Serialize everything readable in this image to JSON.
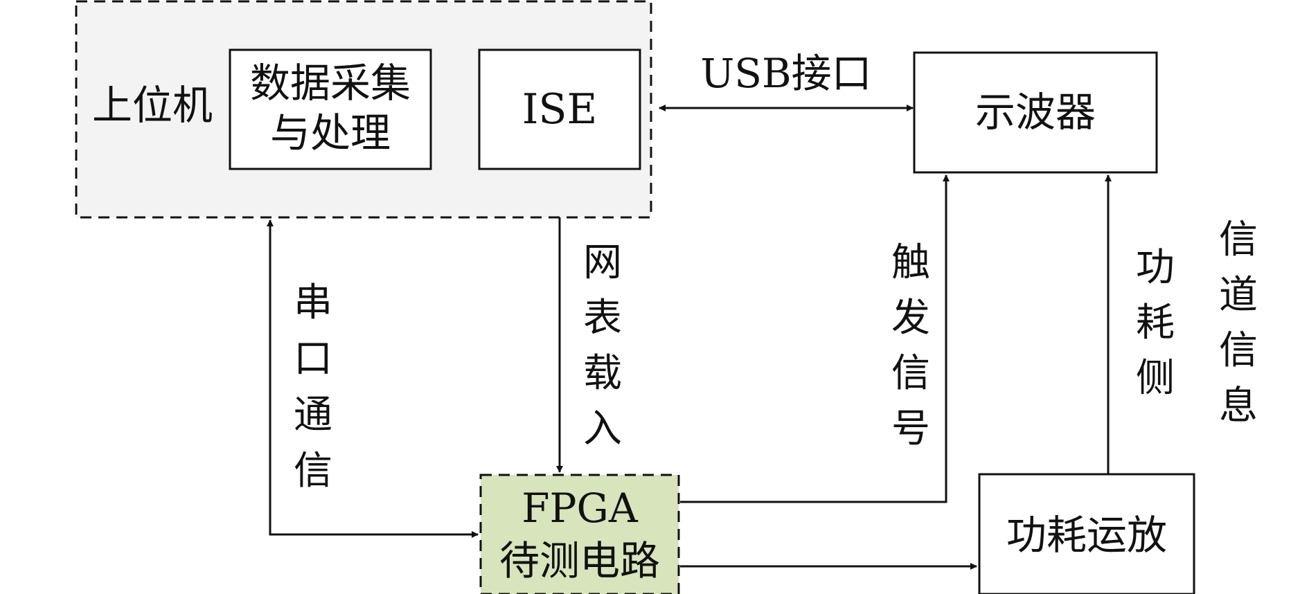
{
  "diagram": {
    "host_group_label": "上位机",
    "boxes": {
      "data_acq_line1": "数据采集",
      "data_acq_line2": "与处理",
      "ise": "ISE",
      "oscilloscope": "示波器",
      "fpga_line1": "FPGA",
      "fpga_line2": "待测电路",
      "power_amp": "功耗运放"
    },
    "edges": {
      "usb": "USB接口",
      "serial_chars": [
        "串",
        "口",
        "通",
        "信"
      ],
      "netlist_chars": [
        "网",
        "表",
        "载",
        "入"
      ],
      "trigger_chars": [
        "触",
        "发",
        "信",
        "号"
      ],
      "sidechannel_col1_chars": [
        "功",
        "耗",
        "侧"
      ],
      "sidechannel_col2_chars": [
        "信",
        "道",
        "信",
        "息"
      ]
    },
    "colors": {
      "host_fill": "#f3f3f3",
      "fpga_fill": "#d8e4bc",
      "stroke": "#111111",
      "background": "#ffffff"
    }
  }
}
